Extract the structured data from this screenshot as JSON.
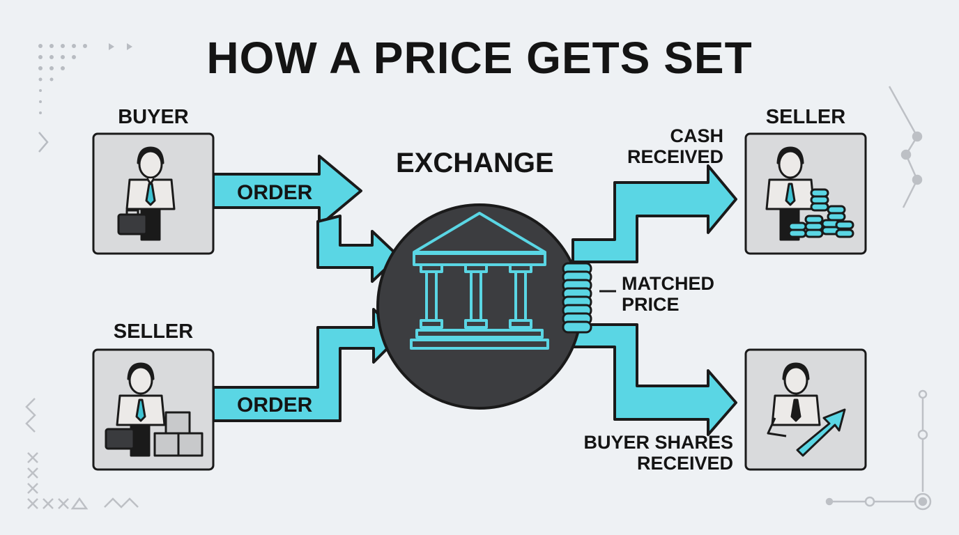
{
  "title": "HOW A PRICE GETS SET",
  "exchange": {
    "label": "EXCHANGE",
    "icon": "bank-building-icon"
  },
  "buyer": {
    "label": "BUYER",
    "icon": "businessman-briefcase-icon",
    "order_label": "ORDER"
  },
  "seller_left": {
    "label": "SELLER",
    "icon": "businessman-boxes-icon",
    "order_label": "ORDER"
  },
  "seller_right": {
    "label": "SELLER",
    "icon": "businessman-coins-icon"
  },
  "buyer_right": {
    "icon": "businessman-shares-arrow-icon"
  },
  "outputs": {
    "cash_line1": "CASH",
    "cash_line2": "RECEIVED",
    "matched_line1": "MATCHED",
    "matched_line2": "PRICE",
    "shares_line1": "BUYER SHARES",
    "shares_line2": "RECEIVED"
  },
  "colors": {
    "accent": "#5ad6e4",
    "outline": "#1a1a1a",
    "hub": "#3c3d40",
    "card": "#d9dadc",
    "background": "#eef1f4"
  }
}
